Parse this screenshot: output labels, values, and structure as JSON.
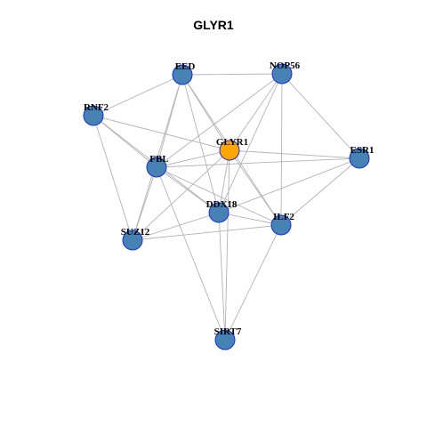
{
  "title": "GLYR1",
  "colors": {
    "hub": "#ffa500",
    "node": "#4682b4",
    "node_border": "#1a2fd6",
    "edge": "#b3b3b3"
  },
  "nodes": [
    {
      "id": "EED",
      "label": "EED"
    },
    {
      "id": "NOP56",
      "label": "NOP56"
    },
    {
      "id": "RNF2",
      "label": "RNF2"
    },
    {
      "id": "GLYR1",
      "label": "GLYR1",
      "hub": true
    },
    {
      "id": "ESR1",
      "label": "ESR1"
    },
    {
      "id": "FBL",
      "label": "FBL"
    },
    {
      "id": "DDX18",
      "label": "DDX18"
    },
    {
      "id": "ILF2",
      "label": "ILF2"
    },
    {
      "id": "SUZ12",
      "label": "SUZ12"
    },
    {
      "id": "SIRT7",
      "label": "SIRT7"
    }
  ],
  "edges": [
    [
      "EED",
      "NOP56"
    ],
    [
      "EED",
      "RNF2"
    ],
    [
      "EED",
      "GLYR1"
    ],
    [
      "EED",
      "FBL"
    ],
    [
      "EED",
      "DDX18"
    ],
    [
      "EED",
      "ILF2"
    ],
    [
      "EED",
      "SUZ12"
    ],
    [
      "NOP56",
      "FBL"
    ],
    [
      "NOP56",
      "DDX18"
    ],
    [
      "NOP56",
      "ILF2"
    ],
    [
      "NOP56",
      "ESR1"
    ],
    [
      "NOP56",
      "GLYR1"
    ],
    [
      "RNF2",
      "GLYR1"
    ],
    [
      "RNF2",
      "FBL"
    ],
    [
      "RNF2",
      "SUZ12"
    ],
    [
      "RNF2",
      "DDX18"
    ],
    [
      "GLYR1",
      "ESR1"
    ],
    [
      "GLYR1",
      "FBL"
    ],
    [
      "GLYR1",
      "DDX18"
    ],
    [
      "GLYR1",
      "SUZ12"
    ],
    [
      "GLYR1",
      "ILF2"
    ],
    [
      "GLYR1",
      "SIRT7"
    ],
    [
      "ESR1",
      "FBL"
    ],
    [
      "ESR1",
      "ILF2"
    ],
    [
      "ESR1",
      "DDX18"
    ],
    [
      "FBL",
      "DDX18"
    ],
    [
      "FBL",
      "SUZ12"
    ],
    [
      "FBL",
      "SIRT7"
    ],
    [
      "FBL",
      "ILF2"
    ],
    [
      "DDX18",
      "ILF2"
    ],
    [
      "DDX18",
      "SUZ12"
    ],
    [
      "DDX18",
      "SIRT7"
    ],
    [
      "ILF2",
      "SUZ12"
    ],
    [
      "ILF2",
      "SIRT7"
    ]
  ]
}
